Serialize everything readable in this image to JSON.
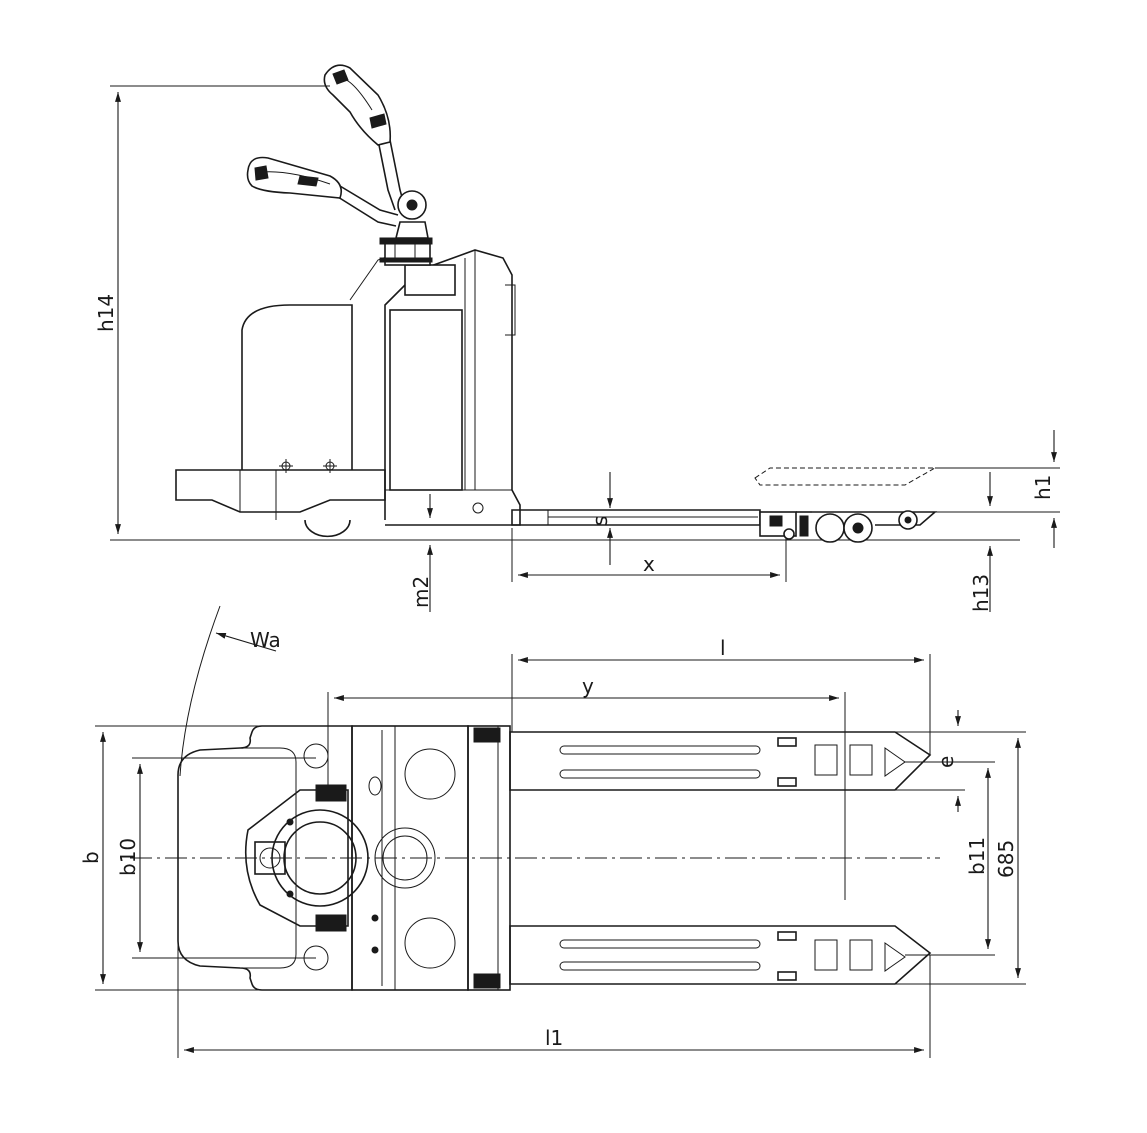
{
  "dimension_labels": {
    "h14": "h14",
    "s": "s",
    "x": "x",
    "m2": "m2",
    "h1": "h1",
    "h13": "h13",
    "wa": "Wa",
    "l": "l",
    "y": "y",
    "b": "b",
    "b10": "b10",
    "e": "e",
    "b11": "b11",
    "fork_spread": "685",
    "l1": "l1"
  }
}
